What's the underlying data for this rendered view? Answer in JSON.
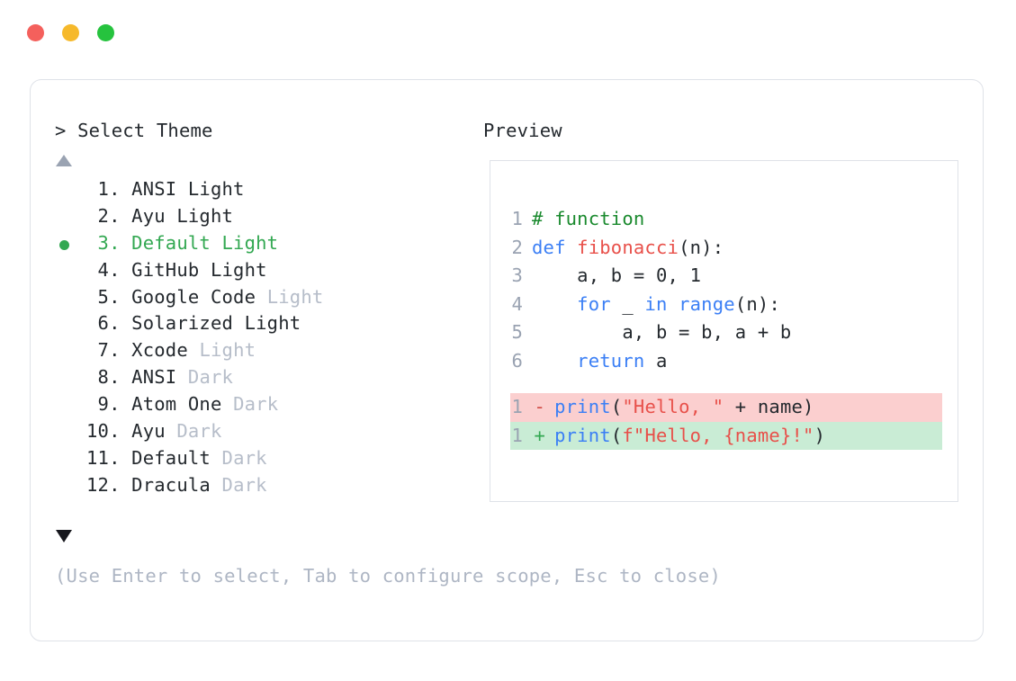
{
  "titlebar": {
    "dots": [
      {
        "name": "close",
        "color": "#f4605c"
      },
      {
        "name": "minimize",
        "color": "#f6b92b"
      },
      {
        "name": "maximize",
        "color": "#26c33e"
      }
    ]
  },
  "prompt": {
    "title": "> Select Theme"
  },
  "preview": {
    "title": "Preview"
  },
  "scroll": {
    "up_arrow": "up-arrow",
    "down_arrow": "down-arrow"
  },
  "themes": [
    {
      "index": " 1.",
      "name": "ANSI Light",
      "suffix": "",
      "selected": false
    },
    {
      "index": " 2.",
      "name": "Ayu Light",
      "suffix": "",
      "selected": false
    },
    {
      "index": " 3.",
      "name": "Default Light",
      "suffix": "",
      "selected": true
    },
    {
      "index": " 4.",
      "name": "GitHub Light",
      "suffix": "",
      "selected": false
    },
    {
      "index": " 5.",
      "name": "Google Code",
      "suffix": "Light",
      "selected": false
    },
    {
      "index": " 6.",
      "name": "Solarized Light",
      "suffix": "",
      "selected": false
    },
    {
      "index": " 7.",
      "name": "Xcode",
      "suffix": "Light",
      "selected": false
    },
    {
      "index": " 8.",
      "name": "ANSI",
      "suffix": "Dark",
      "selected": false
    },
    {
      "index": " 9.",
      "name": "Atom One",
      "suffix": "Dark",
      "selected": false
    },
    {
      "index": "10.",
      "name": "Ayu",
      "suffix": "Dark",
      "selected": false
    },
    {
      "index": "11.",
      "name": "Default",
      "suffix": "Dark",
      "selected": false
    },
    {
      "index": "12.",
      "name": "Dracula",
      "suffix": "Dark",
      "selected": false
    }
  ],
  "hint": "(Use Enter to select, Tab to configure scope, Esc to close)",
  "code": {
    "lines": [
      {
        "num": "1",
        "tokens": [
          {
            "t": "# function",
            "c": "comment"
          }
        ]
      },
      {
        "num": "2",
        "tokens": [
          {
            "t": "def ",
            "c": "keyword"
          },
          {
            "t": "fibonacci",
            "c": "fn"
          },
          {
            "t": "(n):",
            "c": "plain"
          }
        ]
      },
      {
        "num": "3",
        "tokens": [
          {
            "t": "    a, b = ",
            "c": "plain"
          },
          {
            "t": "0",
            "c": "num"
          },
          {
            "t": ", ",
            "c": "plain"
          },
          {
            "t": "1",
            "c": "num"
          }
        ]
      },
      {
        "num": "4",
        "tokens": [
          {
            "t": "    ",
            "c": "plain"
          },
          {
            "t": "for",
            "c": "keyword"
          },
          {
            "t": " _ ",
            "c": "plain"
          },
          {
            "t": "in",
            "c": "keyword"
          },
          {
            "t": " ",
            "c": "plain"
          },
          {
            "t": "range",
            "c": "builtin"
          },
          {
            "t": "(n):",
            "c": "plain"
          }
        ]
      },
      {
        "num": "5",
        "tokens": [
          {
            "t": "        a, b = b, a + b",
            "c": "plain"
          }
        ]
      },
      {
        "num": "6",
        "tokens": [
          {
            "t": "    ",
            "c": "plain"
          },
          {
            "t": "return",
            "c": "keyword"
          },
          {
            "t": " a",
            "c": "plain"
          }
        ]
      }
    ],
    "diff": [
      {
        "num": "1",
        "marker": "-",
        "kind": "del",
        "tokens": [
          {
            "t": "print",
            "c": "builtin"
          },
          {
            "t": "(",
            "c": "plain"
          },
          {
            "t": "\"Hello, \"",
            "c": "string"
          },
          {
            "t": " + name)",
            "c": "plain"
          }
        ]
      },
      {
        "num": "1",
        "marker": "+",
        "kind": "add",
        "tokens": [
          {
            "t": "print",
            "c": "builtin"
          },
          {
            "t": "(",
            "c": "plain"
          },
          {
            "t": "f\"Hello, {name}!\"",
            "c": "string"
          },
          {
            "t": ")",
            "c": "plain"
          }
        ]
      }
    ]
  },
  "colors": {
    "selected": "#33a852",
    "muted": "#b6bdc9",
    "hint": "#aeb6c4",
    "text": "#24292e",
    "border": "#dfe2e8",
    "diff_del_bg": "#fbcfcf",
    "diff_add_bg": "#c9ecd5"
  }
}
